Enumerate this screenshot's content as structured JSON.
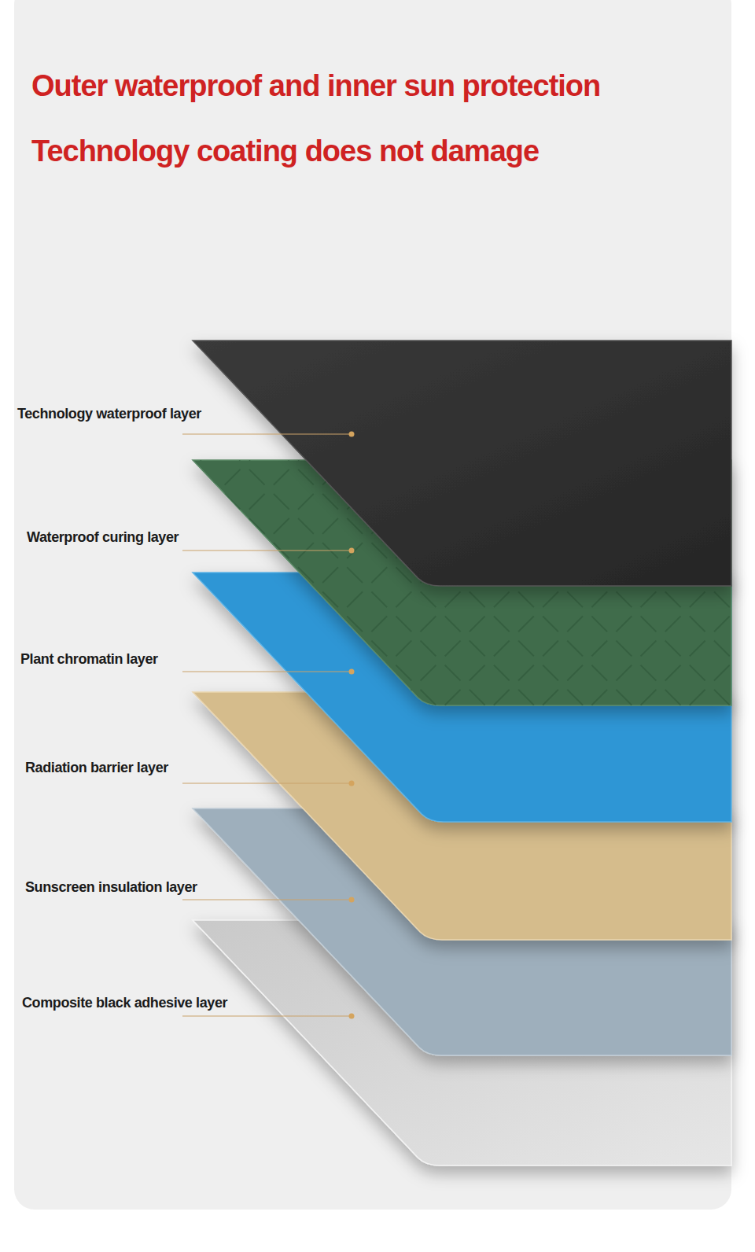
{
  "diagram": {
    "title": "Outer waterproof and inner sun protection Technology coating does not damage",
    "labels": [
      "Technology waterproof layer",
      "Waterproof curing layer",
      "Plant chromatin layer",
      "Radiation barrier layer",
      "Sunscreen insulation layer",
      "Composite black adhesive layer"
    ]
  }
}
